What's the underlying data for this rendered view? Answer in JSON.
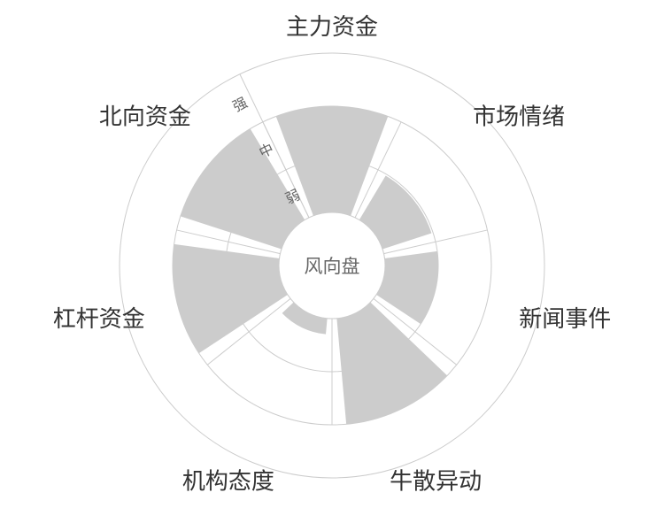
{
  "chart_data": {
    "type": "bar",
    "polar": true,
    "title": "风向盘",
    "categories": [
      "主力资金",
      "市场情绪",
      "新闻事件",
      "牛散异动",
      "机构态度",
      "杠杆资金",
      "北向资金"
    ],
    "values": [
      2.0,
      0.97,
      1.0,
      2.0,
      0.3,
      2.0,
      2.0
    ],
    "radial_axis": {
      "min": 0,
      "max": 3,
      "tick_labels": [
        "弱",
        "中",
        "强"
      ]
    },
    "bar_color": "#cccccc",
    "grid_color": "#cccccc"
  }
}
